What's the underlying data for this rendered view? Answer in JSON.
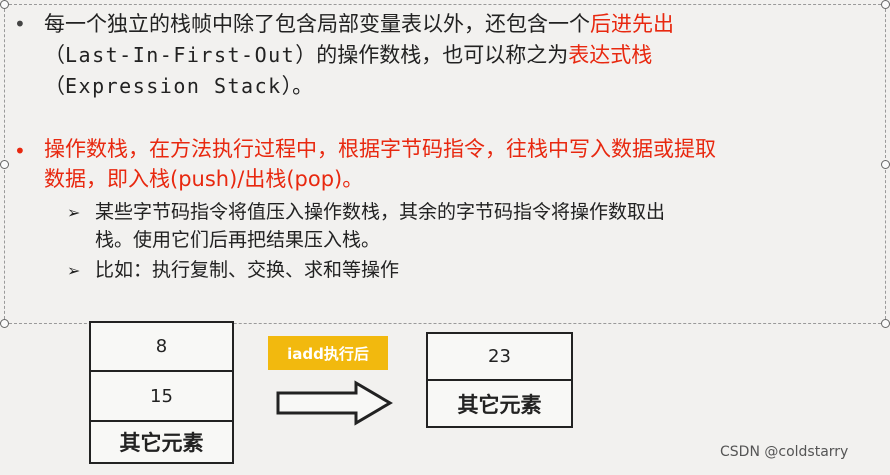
{
  "bullets": [
    {
      "line1_pre": "每一个独立的栈帧中除了包含局部变量表以外，还包含一个",
      "line1_red": "后进先出",
      "line2_pre": "（",
      "line2_mono": "Last-In-First-Out",
      "line2_mid": "）的操作数栈，也可以称之为",
      "line2_red": "表达式栈",
      "line3_pre": "（",
      "line3_mono": "Expression Stack",
      "line3_post": "）。"
    },
    {
      "line1": "操作数栈，在方法执行过程中，根据字节码指令，往栈中写入数据或提取",
      "line2": "数据，即入栈(push)/出栈(pop)。",
      "subitems": [
        {
          "line1": "某些字节码指令将值压入操作数栈，其余的字节码指令将操作数取出",
          "line2": "栈。使用它们后再把结果压入栈。"
        },
        {
          "line1": "比如：执行复制、交换、求和等操作"
        }
      ]
    }
  ],
  "bullet_glyph": "•",
  "sub_glyph": "➢",
  "stack_before": [
    "8",
    "15",
    "其它元素"
  ],
  "stack_after": [
    "23",
    "其它元素"
  ],
  "badge_label": "iadd执行后",
  "watermark": "CSDN @coldstarry",
  "colors": {
    "red": "#e8280f",
    "badge": "#f2b90e"
  }
}
